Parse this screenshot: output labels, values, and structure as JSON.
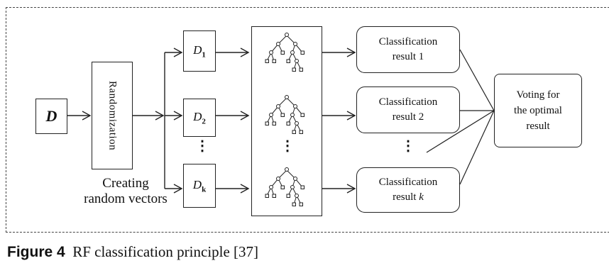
{
  "input_label": "D",
  "randomization_label": "Randomization",
  "creating_label_line1": "Creating",
  "creating_label_line2": "random vectors",
  "subsets": [
    {
      "base": "D",
      "sub": "1"
    },
    {
      "base": "D",
      "sub": "2"
    },
    {
      "base": "D",
      "sub": "k"
    }
  ],
  "ellipsis": "⋮",
  "results": [
    {
      "line1": "Classification",
      "line2": "result 1"
    },
    {
      "line1": "Classification",
      "line2": "result 2"
    },
    {
      "line1": "Classification",
      "line2_prefix": "result ",
      "line2_italic": "k"
    }
  ],
  "voting": {
    "line1": "Voting for",
    "line2": "the optimal",
    "line3": "result"
  },
  "caption": {
    "figure": "Figure 4",
    "text": "RF classification principle [37]"
  }
}
